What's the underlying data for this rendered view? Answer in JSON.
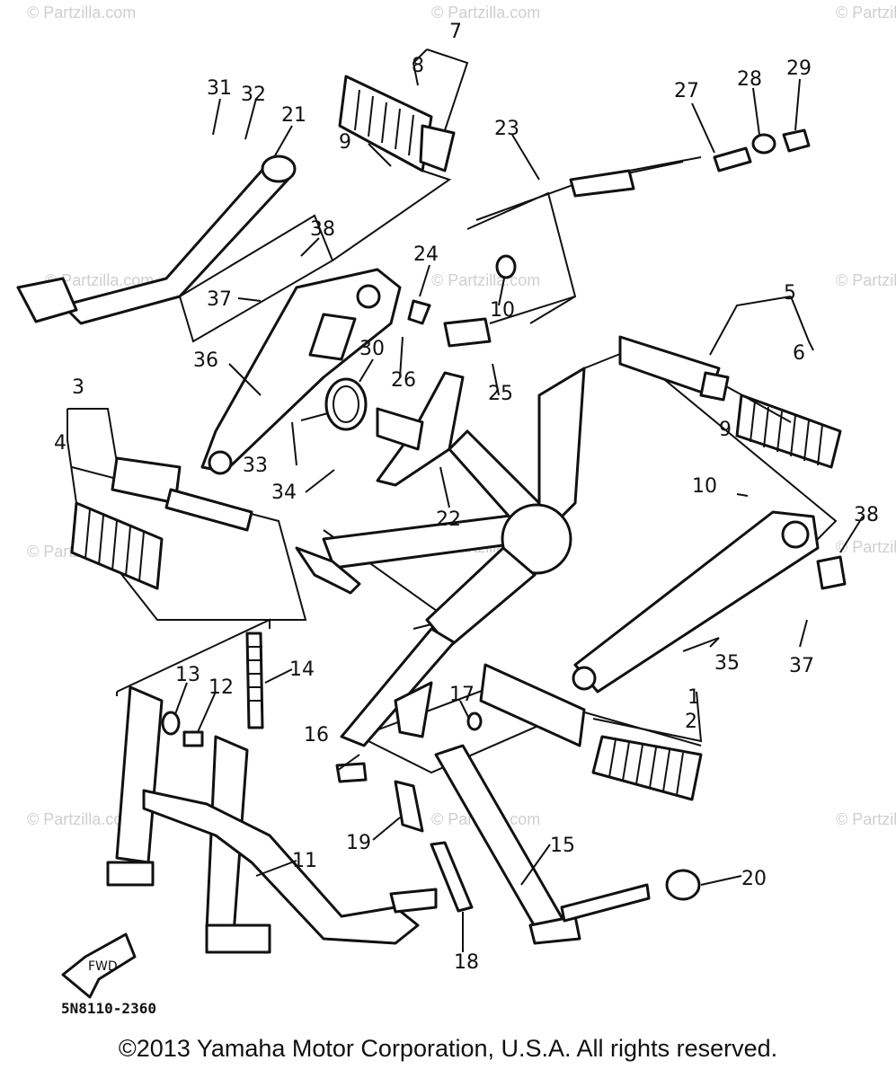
{
  "diagram": {
    "part_number_code": "5N8110-2360",
    "copyright": "©2013 Yamaha Motor Corporation, U.S.A. All rights reserved.",
    "watermark": "© Partzilla.com",
    "front_marker": "FWD",
    "callouts": [
      "1",
      "2",
      "3",
      "4",
      "5",
      "6",
      "7",
      "8",
      "9",
      "9",
      "10",
      "10",
      "11",
      "12",
      "13",
      "14",
      "15",
      "16",
      "17",
      "18",
      "19",
      "20",
      "21",
      "22",
      "23",
      "24",
      "25",
      "26",
      "27",
      "28",
      "29",
      "30",
      "31",
      "32",
      "33",
      "34",
      "35",
      "36",
      "37",
      "37",
      "38",
      "38"
    ]
  }
}
